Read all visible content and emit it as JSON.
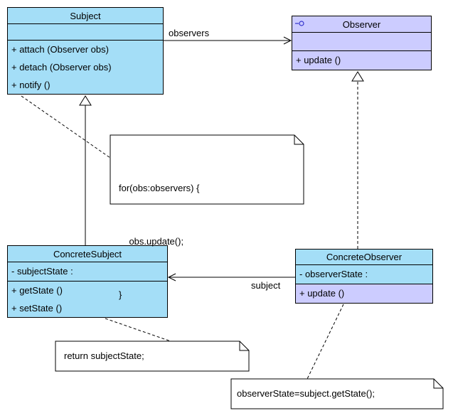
{
  "diagram": {
    "title": "Observer pattern UML class diagram",
    "colors": {
      "class_fill": "#A4DEF7",
      "interface_fill": "#CCCCFF",
      "note_fill": "#FFFFFF",
      "border": "#000000",
      "background": "#FFFFFF"
    },
    "icons": {
      "observer_interface": "interface-lollipop-icon"
    },
    "classes": {
      "subject": {
        "name": "Subject",
        "attributes": [],
        "methods": [
          "+ attach (Observer obs)",
          "+ detach (Observer obs)",
          "+ notify ()"
        ]
      },
      "observer": {
        "name": "Observer",
        "attributes": [],
        "methods": [
          "+ update ()"
        ]
      },
      "concrete_subject": {
        "name": "ConcreteSubject",
        "attributes": [
          "- subjectState :"
        ],
        "methods": [
          "+ getState ()",
          "+ setState ()"
        ]
      },
      "concrete_observer": {
        "name": "ConcreteObserver",
        "attributes": [
          "- observerState :"
        ],
        "methods": [
          "+ update ()"
        ]
      }
    },
    "labels": {
      "observers": "observers",
      "subject": "subject"
    },
    "notes": {
      "notify_note": {
        "lines": [
          "for(obs:observers) {",
          "    obs.update();",
          "}"
        ]
      },
      "get_state_note": {
        "text": "return subjectState;"
      },
      "update_note": {
        "text": "observerState=subject.getState();"
      }
    }
  }
}
